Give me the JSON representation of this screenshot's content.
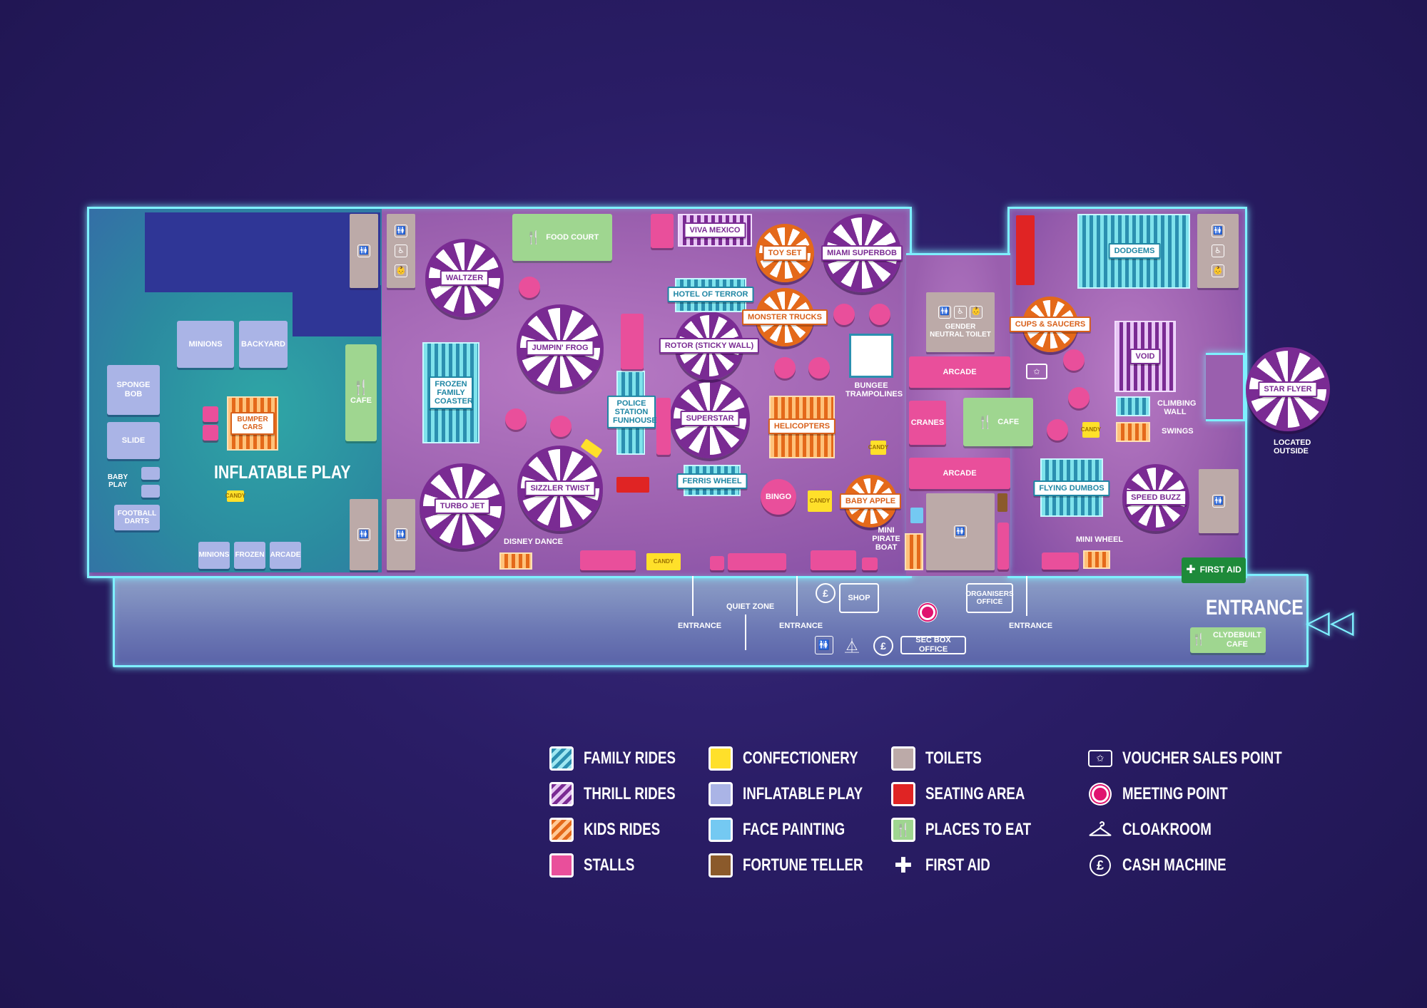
{
  "colors": {
    "background": "#2a1d66",
    "floor": "#9a5fae",
    "wall_glow": "#7ef0ff",
    "family_rides": "#2b8fb0",
    "thrill_rides": "#7a2b93",
    "kids_rides": "#e4691a",
    "stalls": "#e94f9b",
    "confectionery": "#ffe02a",
    "inflatable_play": "#aab4e6",
    "face_painting": "#74c9f2",
    "fortune_teller": "#8b5a2b",
    "toilets": "#bcaaa8",
    "seating_area": "#e02424",
    "places_to_eat": "#9fd690"
  },
  "map": {
    "inflatable_area": {
      "title": "INFLATABLE PLAY",
      "items": [
        "MINIONS",
        "BACKYARD",
        "SPONGE BOB",
        "SLIDE",
        "FOOTBALL DARTS",
        "MINIONS",
        "FROZEN",
        "ARCADE"
      ],
      "baby_play": "BABY PLAY",
      "bumper_cars": "BUMPER CARS",
      "cafe": "CAFE"
    },
    "thrill_rides": [
      "WALTZER",
      "JUMPIN' FROG",
      "TURBO JET",
      "SIZZLER TWIST",
      "SUPERSTAR",
      "MIAMI SUPERBOB",
      "ROTOR (STICKY WALL)",
      "STAR FLYER",
      "SPEED BUZZ",
      "VOID",
      "VIVA MEXICO"
    ],
    "family_rides": [
      "FROZEN FAMILY COASTER",
      "POLICE STATION FUNHOUSE",
      "HOTEL OF TERROR",
      "FERRIS WHEEL",
      "DODGEMS",
      "FLYING DUMBOS",
      "CLIMBING WALL",
      "BUNGEE TRAMPOLINES"
    ],
    "kids_rides": [
      "TOY SET",
      "MONSTER TRUCKS",
      "HELICOPTERS",
      "CUPS & SAUCERS",
      "BABY APPLE",
      "DISNEY DANCE",
      "MINI PIRATE BOAT",
      "MINI WHEEL",
      "SWINGS"
    ],
    "labels": {
      "food_court": "FOOD COURT",
      "cafe": "CAFE",
      "arcade_1": "ARCADE",
      "arcade_2": "ARCADE",
      "cranes": "CRANES",
      "bingo": "BINGO",
      "gender_neutral_toilet": "GENDER NEUTRAL TOILET",
      "located_outside": "LOCATED OUTSIDE",
      "first_aid": "FIRST AID",
      "entrance_main": "ENTRANCE",
      "entrance": "ENTRANCE",
      "quiet_zone": "QUIET ZONE",
      "shop": "SHOP",
      "organisers_office": "ORGANISERS OFFICE",
      "sec_box_office": "SEC BOX OFFICE",
      "clydebuilt_cafe": "CLYDEBUILT CAFE",
      "confectionery_sign": "CANDY"
    }
  },
  "legend": [
    {
      "label": "FAMILY RIDES",
      "type": "family"
    },
    {
      "label": "THRILL RIDES",
      "type": "thrill"
    },
    {
      "label": "KIDS RIDES",
      "type": "kids"
    },
    {
      "label": "STALLS",
      "type": "stall"
    },
    {
      "label": "CONFECTIONERY",
      "type": "confectionery"
    },
    {
      "label": "INFLATABLE PLAY",
      "type": "inflatable"
    },
    {
      "label": "FACE PAINTING",
      "type": "face"
    },
    {
      "label": "FORTUNE TELLER",
      "type": "fortune"
    },
    {
      "label": "TOILETS",
      "type": "toilet"
    },
    {
      "label": "SEATING AREA",
      "type": "seat"
    },
    {
      "label": "PLACES TO EAT",
      "type": "eat"
    },
    {
      "label": "FIRST AID",
      "type": "first-aid-icon"
    },
    {
      "label": "VOUCHER SALES POINT",
      "type": "voucher-icon"
    },
    {
      "label": "MEETING POINT",
      "type": "meeting-point-icon"
    },
    {
      "label": "CLOAKROOM",
      "type": "cloakroom-icon"
    },
    {
      "label": "CASH MACHINE",
      "type": "cash-machine-icon"
    }
  ]
}
